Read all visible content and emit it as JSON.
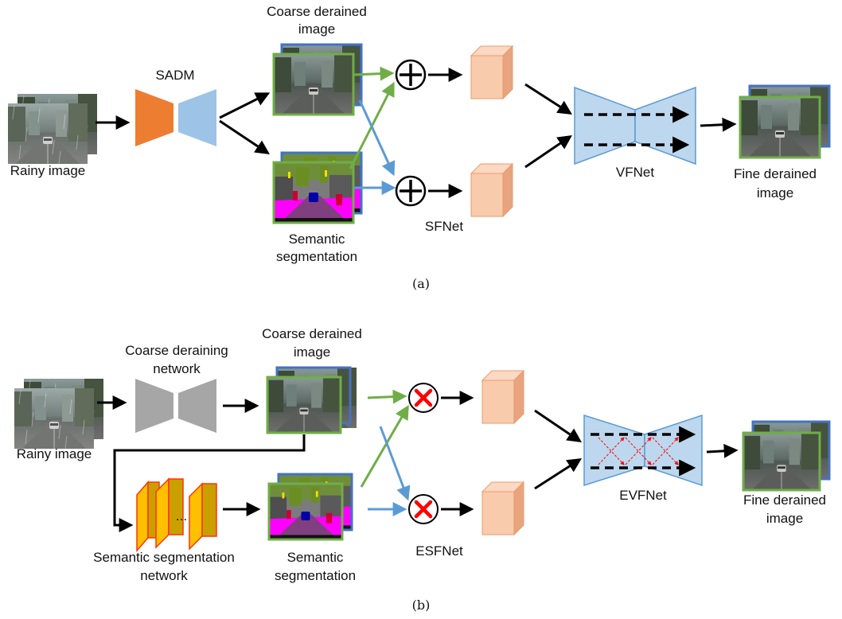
{
  "panel_a": {
    "rainy_label": "Rainy image",
    "sadm_label": "SADM",
    "coarse_label": [
      "Coarse derained",
      "image"
    ],
    "semantic_label": [
      "Semantic",
      "segmentation"
    ],
    "sfnet_label": "SFNet",
    "vfnet_label": "VFNet",
    "fine_label": [
      "Fine derained",
      "image"
    ],
    "caption": "(a)"
  },
  "panel_b": {
    "rainy_label": "Rainy image",
    "coarse_net_label": [
      "Coarse deraining",
      "network"
    ],
    "coarse_label": [
      "Coarse derained",
      "image"
    ],
    "seg_net_label": [
      "Semantic segmentation",
      "network"
    ],
    "semantic_label": [
      "Semantic",
      "segmentation"
    ],
    "esfnet_label": "ESFNet",
    "evfnet_label": "EVFNet",
    "fine_label": [
      "Fine derained",
      "image"
    ],
    "ellipsis": "...",
    "caption": "(b)"
  },
  "colors": {
    "arrow": "#000000",
    "green": "#70ad47",
    "blue": "#5b9bd5",
    "sadm_encoder": "#ed7d31",
    "sadm_decoder": "#9dc3e6",
    "gray_net": "#a6a6a6",
    "cube": "#f8cbad",
    "cube_edge": "#ed9a6a",
    "vfnet_fill": "#bdd7ee",
    "vfnet_edge": "#5b9bd5",
    "seg_block": "#c9a000",
    "seg_block_edge": "#ff3300",
    "multiply_x": "#ff0000",
    "frame_green": "#70ad47",
    "frame_blue": "#4472c4"
  },
  "icons": [
    "plus-circle-icon",
    "multiply-circle-icon",
    "feature-cube-icon",
    "street-photo-icon",
    "segmentation-map-icon"
  ]
}
